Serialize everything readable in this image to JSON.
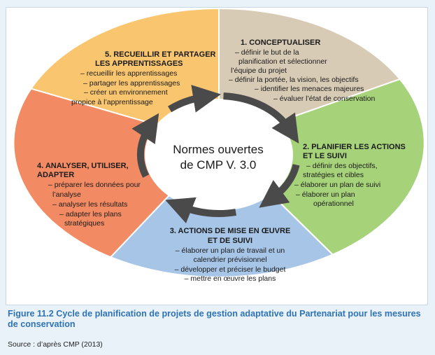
{
  "colors": {
    "conceptualiser": "#d8cbb6",
    "planifier": "#a6d27a",
    "actions": "#a7c5e6",
    "analyser": "#f28b63",
    "recueillir": "#fac56f",
    "arrow": "#4a4a4a",
    "caption": "#2e73b6"
  },
  "center": {
    "line1": "Normes ouvertes",
    "line2": "de CMP V. 3.0"
  },
  "segments": {
    "conceptualiser": {
      "title": "1. CONCEPTUALISER",
      "lines": [
        "– définir le but de la",
        "planification et sélectionner",
        "l’équipe du projet",
        "– définir la portée, la vision, les objectifs",
        "– identifier les menaces majeures",
        "– évaluer l’état de conservation"
      ]
    },
    "planifier": {
      "title1": "2. PLANIFIER LES ACTIONS",
      "title2": "ET LE SUIVI",
      "lines": [
        "– définir des objectifs,",
        "stratégies et cibles",
        "– élaborer un plan de suivi",
        "– élaborer un plan",
        "opérationnel"
      ]
    },
    "actions": {
      "title1": "3. ACTIONS DE MISE EN ŒUVRE",
      "title2": "ET DE SUIVI",
      "lines": [
        "– élaborer un plan de travail et un",
        "calendrier prévisionnel",
        "– développer et préciser le budget",
        "– mettre en œuvre les plans"
      ]
    },
    "analyser": {
      "title1": "4. ANALYSER, UTILISER,",
      "title2": "ADAPTER",
      "lines": [
        "– préparer les données pour",
        "l’analyse",
        "– analyser les résultats",
        "– adapter les plans",
        "stratégiques"
      ]
    },
    "recueillir": {
      "title1": "5. RECUEILLIR ET PARTAGER",
      "title2": "LES APPRENTISSAGES",
      "lines": [
        "– recueillir les apprentissages",
        "– partager les apprentissages",
        "– créer un environnement",
        "propice à l’apprentissage"
      ]
    }
  },
  "caption": "Figure 11.2 Cycle de planification de projets de gestion adaptative du Partenariat pour les mesures de conservation",
  "source": "Source : d’après CMP (2013)"
}
